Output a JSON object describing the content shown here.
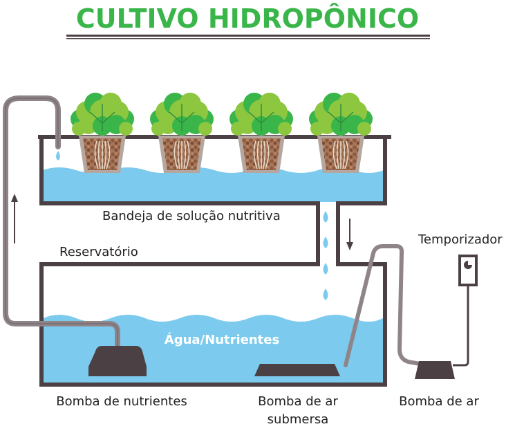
{
  "title": "CULTIVO HIDROPÔNICO",
  "labels": {
    "tray": "Bandeja de solução nutritiva",
    "reservoir": "Reservatório",
    "timer": "Temporizador",
    "water": "Água/Nutrientes",
    "nutrient_pump": "Bomba de nutrientes",
    "submersible_pump_line1": "Bomba de ar",
    "submersible_pump_line2": "submersa",
    "air_pump": "Bomba de ar"
  },
  "colors": {
    "title": "#3ab54a",
    "water": "#7ccbee",
    "wall": "#4b4044",
    "pipe": "#8f8589",
    "pump": "#4b4044",
    "leaf_light": "#8dc63f",
    "leaf_dark": "#39b54a",
    "pot": "#b5a79f",
    "clay": "#8b5a3c",
    "drop": "#7ccbee"
  },
  "icons": {
    "flow_up": "arrow-up-icon",
    "flow_down": "arrow-down-icon",
    "drip": "water-drop-icon",
    "plant": "lettuce-icon"
  },
  "plants_count": 4
}
